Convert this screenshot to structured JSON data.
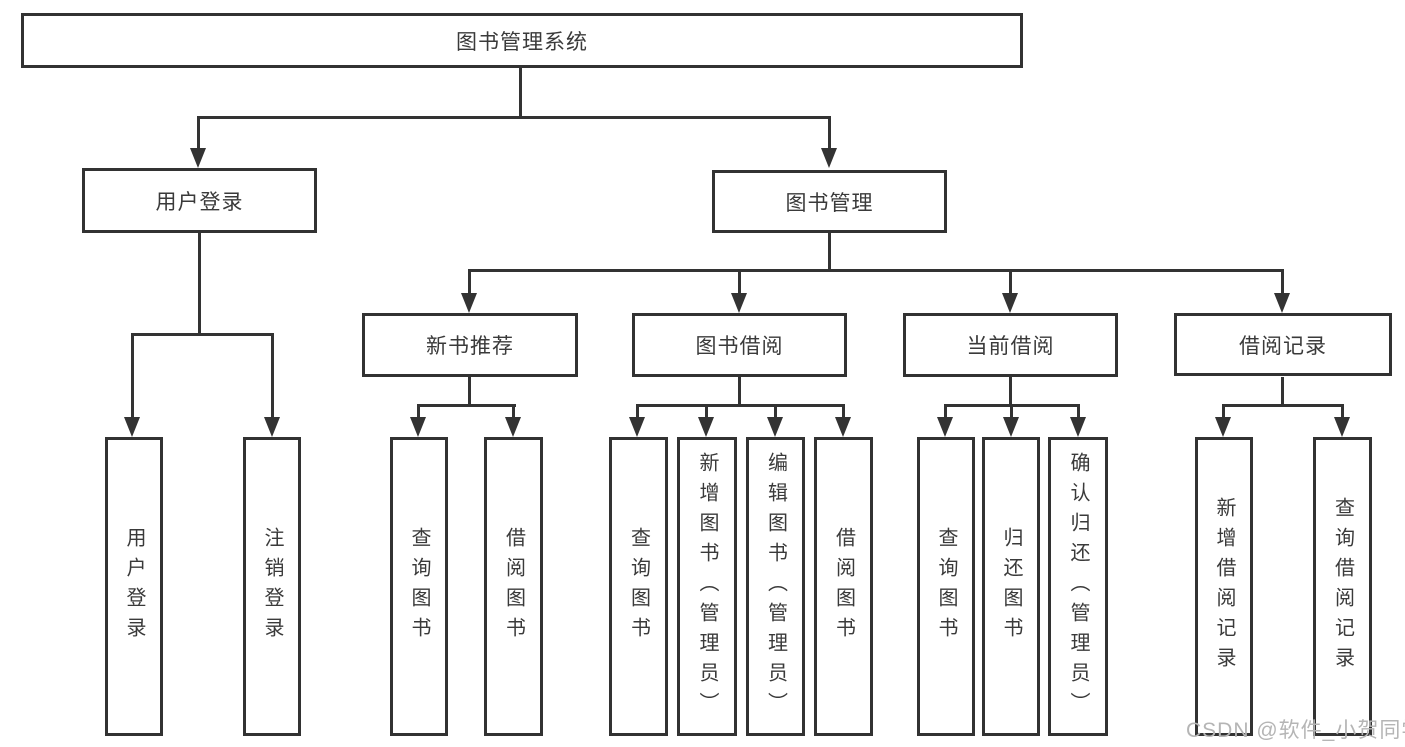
{
  "diagram": {
    "title": "图书管理系统",
    "nodes": {
      "root": "图书管理系统",
      "user_login": "用户登录",
      "book_mgmt": "图书管理",
      "new_book_rec": "新书推荐",
      "book_borrow": "图书借阅",
      "current_borrow": "当前借阅",
      "borrow_records": "借阅记录",
      "leaf_user_login": "用户登录",
      "leaf_logout": "注销登录",
      "leaf_query_book_rec": "查询图书",
      "leaf_borrow_book_rec": "借阅图书",
      "leaf_query_book_borrow": "查询图书",
      "leaf_add_book_admin": "新增图书（管理员）",
      "leaf_edit_book_admin": "编辑图书（管理员）",
      "leaf_borrow_book_borrow": "借阅图书",
      "leaf_query_book_current": "查询图书",
      "leaf_return_book": "归还图书",
      "leaf_confirm_return_admin": "确认归还（管理员）",
      "leaf_add_borrow_record": "新增借阅记录",
      "leaf_query_borrow_record": "查询借阅记录"
    },
    "colors": {
      "line": "#333333",
      "box_border": "#323232",
      "text": "#3a3a3a",
      "background": "#ffffff",
      "watermark": "#b5b5b5"
    }
  },
  "watermark": "CSDN @软件_小贺同学"
}
